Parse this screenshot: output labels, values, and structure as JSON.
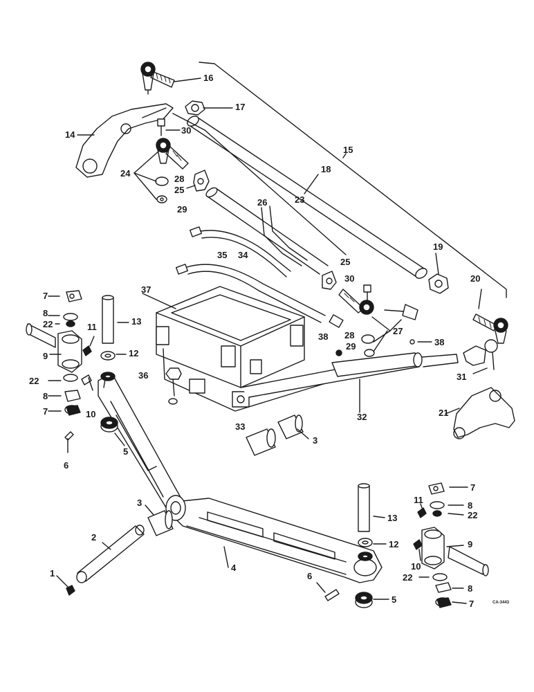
{
  "diagram": {
    "reference_code": "CA-3443"
  },
  "callouts": [
    {
      "id": "c1",
      "text": "1"
    },
    {
      "id": "c2",
      "text": "2"
    },
    {
      "id": "c3a",
      "text": "3"
    },
    {
      "id": "c3b",
      "text": "3"
    },
    {
      "id": "c4",
      "text": "4"
    },
    {
      "id": "c5a",
      "text": "5"
    },
    {
      "id": "c5b",
      "text": "5"
    },
    {
      "id": "c6a",
      "text": "6"
    },
    {
      "id": "c6b",
      "text": "6"
    },
    {
      "id": "c7a",
      "text": "7"
    },
    {
      "id": "c7b",
      "text": "7"
    },
    {
      "id": "c7c",
      "text": "7"
    },
    {
      "id": "c7d",
      "text": "7"
    },
    {
      "id": "c8a",
      "text": "8"
    },
    {
      "id": "c8b",
      "text": "8"
    },
    {
      "id": "c8c",
      "text": "8"
    },
    {
      "id": "c8d",
      "text": "8"
    },
    {
      "id": "c9a",
      "text": "9"
    },
    {
      "id": "c9b",
      "text": "9"
    },
    {
      "id": "c10a",
      "text": "10"
    },
    {
      "id": "c10b",
      "text": "10"
    },
    {
      "id": "c11a",
      "text": "11"
    },
    {
      "id": "c11b",
      "text": "11"
    },
    {
      "id": "c12a",
      "text": "12"
    },
    {
      "id": "c12b",
      "text": "12"
    },
    {
      "id": "c13a",
      "text": "13"
    },
    {
      "id": "c13b",
      "text": "13"
    },
    {
      "id": "c14",
      "text": "14"
    },
    {
      "id": "c15",
      "text": "15"
    },
    {
      "id": "c16",
      "text": "16"
    },
    {
      "id": "c17",
      "text": "17"
    },
    {
      "id": "c18",
      "text": "18"
    },
    {
      "id": "c19",
      "text": "19"
    },
    {
      "id": "c20",
      "text": "20"
    },
    {
      "id": "c21",
      "text": "21"
    },
    {
      "id": "c22a",
      "text": "22"
    },
    {
      "id": "c22b",
      "text": "22"
    },
    {
      "id": "c22c",
      "text": "22"
    },
    {
      "id": "c22d",
      "text": "22"
    },
    {
      "id": "c23",
      "text": "23"
    },
    {
      "id": "c24",
      "text": "24"
    },
    {
      "id": "c25a",
      "text": "25"
    },
    {
      "id": "c25b",
      "text": "25"
    },
    {
      "id": "c26",
      "text": "26"
    },
    {
      "id": "c27",
      "text": "27"
    },
    {
      "id": "c28a",
      "text": "28"
    },
    {
      "id": "c28b",
      "text": "28"
    },
    {
      "id": "c29a",
      "text": "29"
    },
    {
      "id": "c29b",
      "text": "29"
    },
    {
      "id": "c30a",
      "text": "30"
    },
    {
      "id": "c30b",
      "text": "30"
    },
    {
      "id": "c31",
      "text": "31"
    },
    {
      "id": "c32",
      "text": "32"
    },
    {
      "id": "c33",
      "text": "33"
    },
    {
      "id": "c34",
      "text": "34"
    },
    {
      "id": "c35",
      "text": "35"
    },
    {
      "id": "c36",
      "text": "36"
    },
    {
      "id": "c37",
      "text": "37"
    },
    {
      "id": "c38a",
      "text": "38"
    },
    {
      "id": "c38b",
      "text": "38"
    }
  ]
}
